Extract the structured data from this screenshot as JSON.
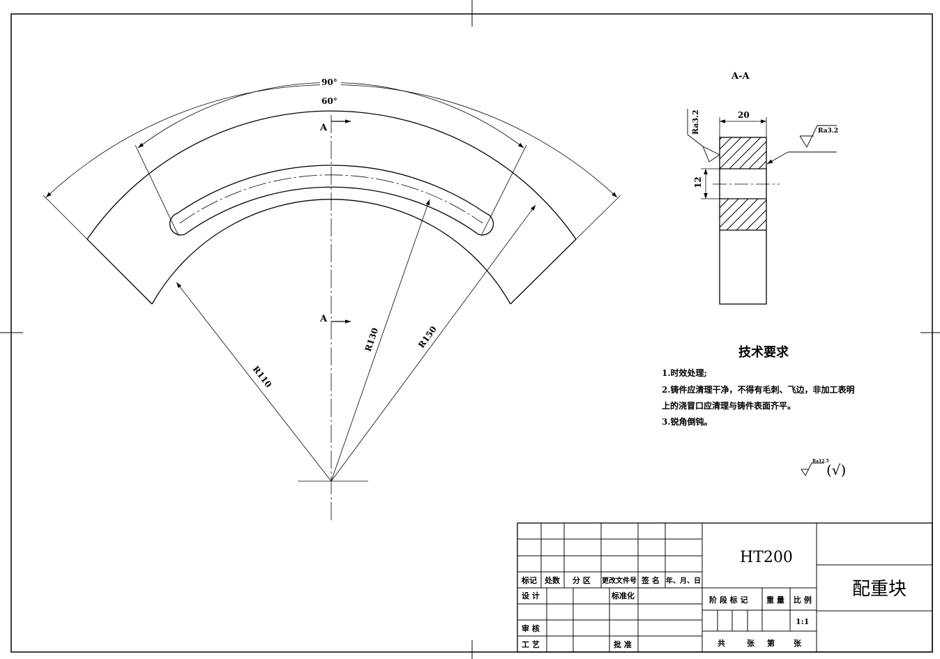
{
  "views": {
    "main": {
      "angle_outer": "90°",
      "angle_inner": "60°",
      "section_mark": "A",
      "radius_inner": "R110",
      "radius_mid": "R130",
      "radius_outer": "R150"
    },
    "section": {
      "title": "A-A",
      "width_dim": "20",
      "hole_dim": "12",
      "roughness_left": "Ra3.2",
      "roughness_right": "Ra3.2"
    }
  },
  "technical_requirements": {
    "heading": "技术要求",
    "lines": [
      "1.时效处理;",
      "2.铸件应清理干净，不得有毛刺、飞边，非加工表明",
      "上的浇冒口应清理与铸件表面齐平。",
      "3.锐角倒钝。"
    ],
    "general_roughness": "Ra12.5",
    "general_roughness_note": "(√)"
  },
  "title_block": {
    "material": "HT200",
    "part_name": "配重块",
    "scale": "1:1",
    "headers": {
      "mark": "标记",
      "count": "处数",
      "zone": "分 区",
      "doc_no": "更改文件号",
      "sign": "签 名",
      "date": "年、月、日"
    },
    "rows": {
      "design": "设 计",
      "standard": "标准化",
      "review": "审 核",
      "process": "工 艺",
      "approve": "批 准"
    },
    "stage_mark": "阶 段 标 记",
    "weight": "重 量",
    "scale_label": "比 例",
    "total": "共",
    "sheets": "张",
    "sheet_no": "第",
    "sheet_end": "张"
  }
}
